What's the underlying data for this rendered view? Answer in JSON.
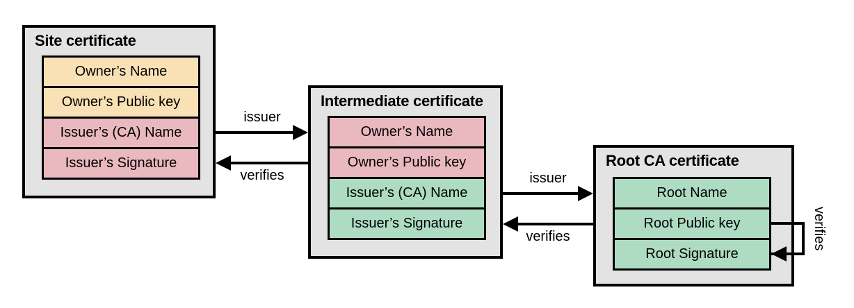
{
  "colors": {
    "box-fill": "#e3e3e3",
    "field-peach": "#fae1b5",
    "field-pink": "#eab8bf",
    "field-green": "#aedcc2",
    "line": "#000000"
  },
  "boxes": {
    "site": {
      "title": "Site certificate",
      "rows": [
        {
          "label": "Owner’s Name",
          "color": "peach"
        },
        {
          "label": "Owner’s Public key",
          "color": "peach"
        },
        {
          "label": "Issuer’s (CA) Name",
          "color": "pink"
        },
        {
          "label": "Issuer’s Signature",
          "color": "pink"
        }
      ]
    },
    "intermediate": {
      "title": "Intermediate certificate",
      "rows": [
        {
          "label": "Owner’s Name",
          "color": "pink"
        },
        {
          "label": "Owner’s Public key",
          "color": "pink"
        },
        {
          "label": "Issuer’s (CA) Name",
          "color": "green"
        },
        {
          "label": "Issuer’s Signature",
          "color": "green"
        }
      ]
    },
    "root": {
      "title": "Root CA certificate",
      "rows": [
        {
          "label": "Root Name",
          "color": "green"
        },
        {
          "label": "Root Public key",
          "color": "green"
        },
        {
          "label": "Root Signature",
          "color": "green"
        }
      ]
    }
  },
  "arrows": {
    "site_intermediate": {
      "issuer": "issuer",
      "verifies": "verifies"
    },
    "intermediate_root": {
      "issuer": "issuer",
      "verifies": "verifies"
    },
    "root_self": {
      "verifies": "verifies"
    }
  }
}
